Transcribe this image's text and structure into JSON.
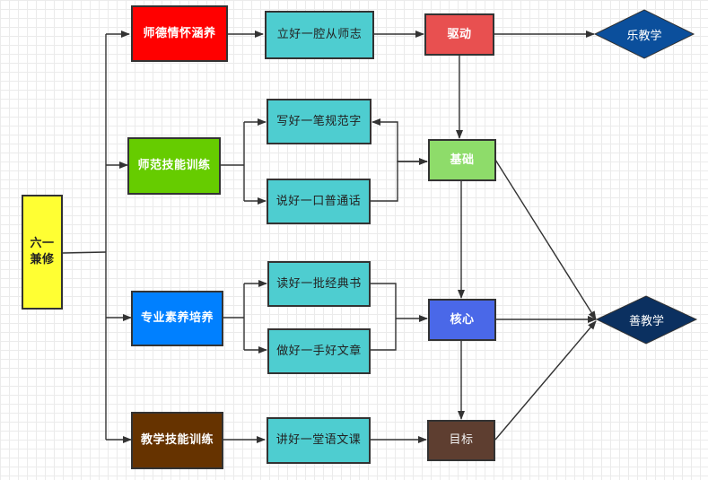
{
  "colors": {
    "root_fill": "#ffff33",
    "red": "#ff0000",
    "green": "#66cc00",
    "blue": "#0080ff",
    "brown": "#663300",
    "teal": "#4ecdd0",
    "drive_fill": "#e85050",
    "base_fill": "#8edc6a",
    "core_fill": "#4a68e8",
    "goal_fill": "#5e3e30",
    "diamond1": "#0b4f9c",
    "diamond2": "#0b3060",
    "edge": "#333333"
  },
  "root": {
    "label": "六一兼修"
  },
  "categories": [
    {
      "label": "师德情怀涵养"
    },
    {
      "label": "师范技能训练"
    },
    {
      "label": "专业素养培养"
    },
    {
      "label": "教学技能训练"
    }
  ],
  "tasks": [
    {
      "label": "立好一腔从师志"
    },
    {
      "label": "写好一笔规范字"
    },
    {
      "label": "说好一口普通话"
    },
    {
      "label": "读好一批经典书"
    },
    {
      "label": "做好一手好文章"
    },
    {
      "label": "讲好一堂语文课"
    }
  ],
  "stages": [
    {
      "label": "驱动"
    },
    {
      "label": "基础"
    },
    {
      "label": "核心"
    },
    {
      "label": "目标"
    }
  ],
  "outcomes": [
    {
      "label": "乐教学"
    },
    {
      "label": "善教学"
    }
  ]
}
